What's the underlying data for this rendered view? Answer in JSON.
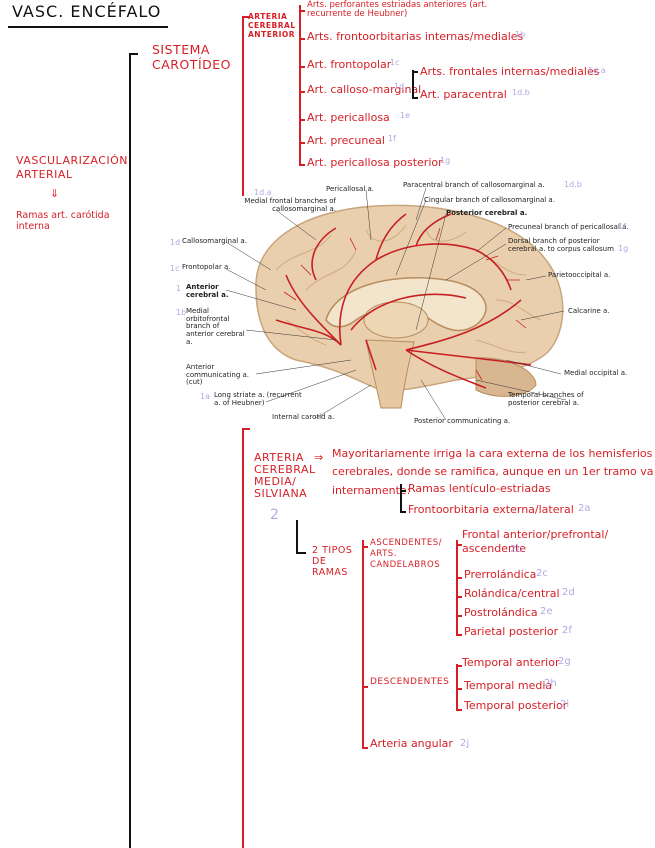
{
  "header": {
    "title": "VASC. ENCÉFALO"
  },
  "left": {
    "heading": "VASCULARIZACIÓN ARTERIAL",
    "arrow": "⇓",
    "subheading": "Ramas art. carótida interna"
  },
  "sistema": {
    "label": "SISTEMA CAROTÍDEO"
  },
  "aca": {
    "label": "ARTERIA CEREBRAL ANTERIOR",
    "branches": [
      {
        "text": "Arts. perforantes estriadas anteriores (art. recurrente de Heubner)",
        "num": ""
      },
      {
        "text": "Arts. frontoorbitarias internas/mediales",
        "num": "1b"
      },
      {
        "text": "Art. frontopolar",
        "num": "1c"
      },
      {
        "text": "Art. calloso-marginal",
        "num": "1d"
      },
      {
        "text": "Art. pericallosa",
        "num": "1e"
      },
      {
        "text": "Art. precuneal",
        "num": "1f"
      },
      {
        "text": "Art. pericallosa posterior",
        "num": "1g"
      }
    ],
    "callosomarginal_sub": [
      {
        "text": "Arts. frontales internas/mediales",
        "num": "1d.a"
      },
      {
        "text": "Art. paracentral",
        "num": "1d.b"
      }
    ]
  },
  "brain_figure": {
    "labels": {
      "medial_frontal": "Medial frontal branches of callosomarginal a.",
      "medial_frontal_num": "1d.a",
      "pericallosal": "Pericallosal a.",
      "paracentral": "Paracentral branch of callosomarginal a.",
      "paracentral_num": "1d.b",
      "cingular": "Cingular branch of callosomarginal a.",
      "posterior_cerebral": "Posterior cerebral a.",
      "precuneal": "Precuneal branch of pericallosal a.",
      "precuneal_num": "1f",
      "dorsal": "Dorsal branch of posterior cerebral a. to corpus callosum",
      "dorsal_num": "1g",
      "callosomarginal": "Callosomarginal a.",
      "callosomarginal_num": "1d",
      "frontopolar": "Frontopolar a.",
      "frontopolar_num": "1c",
      "anterior_cerebral": "Anterior cerebral a.",
      "anterior_cerebral_num": "1",
      "parietooccipital": "Parietooccipital a.",
      "medial_orbitofrontal": "Medial orbitofrontal branch of anterior cerebral a.",
      "medial_orbitofrontal_num": "1b",
      "calcarine": "Calcarine a.",
      "anterior_communicating": "Anterior communicating a. (cut)",
      "medial_occipital": "Medial occipital a.",
      "long_striate": "Long striate a. (recurrent a. of Heubner)",
      "long_striate_num": "1a",
      "temporal_branches": "Temporal branches of posterior cerebral a.",
      "internal_carotid": "Internal carotid a.",
      "posterior_communicating": "Posterior communicating a."
    }
  },
  "mca": {
    "label": "ARTERIA CEREBRAL MEDIA/ SILVIANA",
    "num": "2",
    "arrow": "⇒",
    "description_1": "Mayoritariamente irriga la cara externa de los hemisferios",
    "description_2": "cerebrales, donde se ramifica, aunque en un 1er tramo va",
    "description_3": "internamente:",
    "internal_branch": "Ramas lentículo-estriadas",
    "frontoorbital": "Frontoorbitaria externa/lateral",
    "frontoorbital_num": "2a",
    "two_types": "2 tipos de ramas",
    "ascending_label": "ASCENDENTES/ arts. candelabros",
    "ascending": [
      {
        "text": "Frontal anterior/prefrontal/ ascendente",
        "num": "2b"
      },
      {
        "text": "Prerrolándica",
        "num": "2c"
      },
      {
        "text": "Rolándica/central",
        "num": "2d"
      },
      {
        "text": "Postrolándica",
        "num": "2e"
      },
      {
        "text": "Parietal posterior",
        "num": "2f"
      }
    ],
    "descending_label": "DESCENDENTES",
    "descending": [
      {
        "text": "Temporal anterior",
        "num": "2g"
      },
      {
        "text": "Temporal media",
        "num": "2h"
      },
      {
        "text": "Temporal posterior",
        "num": "2i"
      }
    ],
    "angular": {
      "text": "Arteria angular",
      "num": "2j"
    }
  },
  "colors": {
    "ink": "#111111",
    "red": "#d61f26",
    "lavender": "#b4a7e3"
  }
}
